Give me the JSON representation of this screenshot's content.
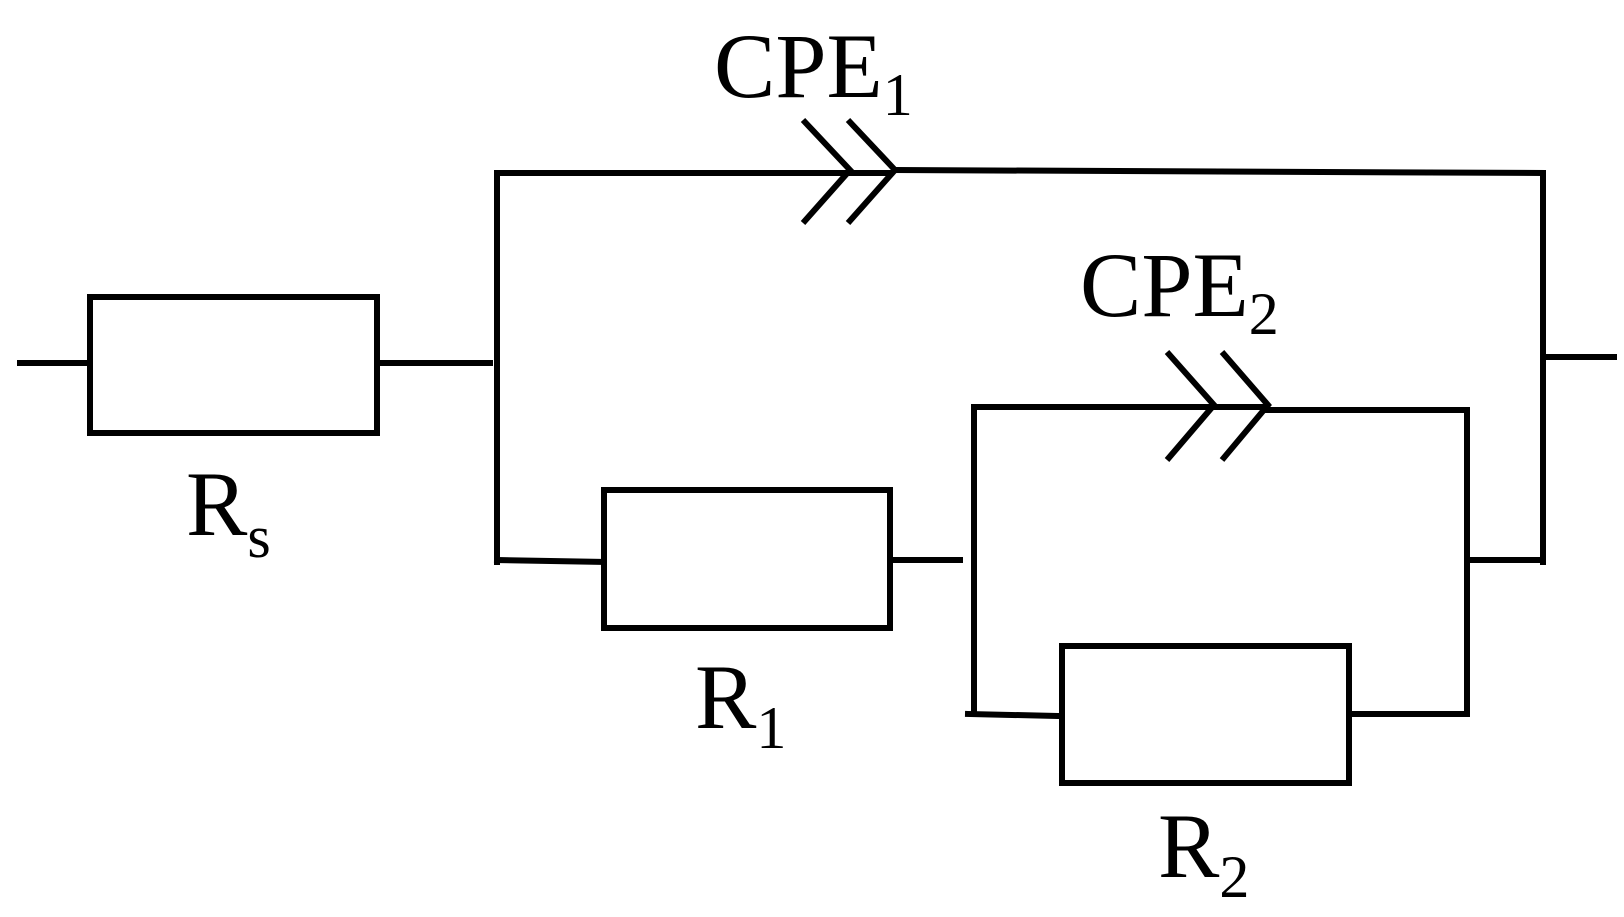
{
  "diagram": {
    "colors": {
      "stroke": "#000000",
      "background": "#ffffff"
    },
    "components": {
      "rs": {
        "label": "R",
        "sub": "s"
      },
      "r1": {
        "label": "R",
        "sub": "1"
      },
      "r2": {
        "label": "R",
        "sub": "2"
      },
      "cpe1": {
        "label": "CPE",
        "sub": "1"
      },
      "cpe2": {
        "label": "CPE",
        "sub": "2"
      }
    }
  }
}
